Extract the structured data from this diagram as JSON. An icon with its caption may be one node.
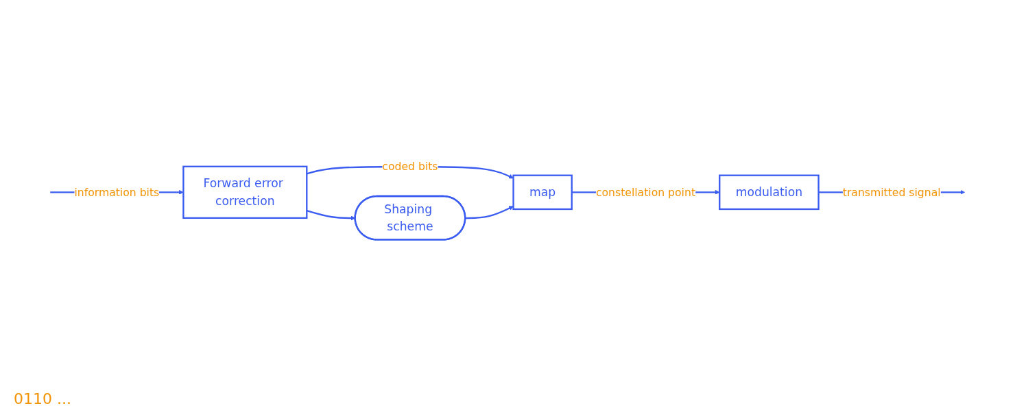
{
  "diagram": {
    "nodes": [
      {
        "text": [
          "Forward error correction"
        ]
      },
      {
        "text": [
          "map"
        ]
      },
      {
        "text": [
          "Shaping scheme"
        ]
      },
      {
        "text": [
          "modulation"
        ]
      }
    ],
    "edges": [
      {
        "from": null,
        "to": 0,
        "arrow": "to",
        "label": "information bits"
      },
      {
        "from": 0,
        "to": 1,
        "arrow": "to",
        "label": "coded bits"
      },
      {
        "from": 0,
        "to": 2,
        "arrow": "to"
      },
      {
        "from": 2,
        "to": 1,
        "arrow": "to"
      },
      {
        "from": 1,
        "to": 3,
        "arrow": "to",
        "label": "constellation point"
      },
      {
        "from": 3,
        "to": null,
        "arrow": "to",
        "label": "transmitted signal"
      }
    ],
    "labels": [
      "0110 ..."
    ]
  }
}
